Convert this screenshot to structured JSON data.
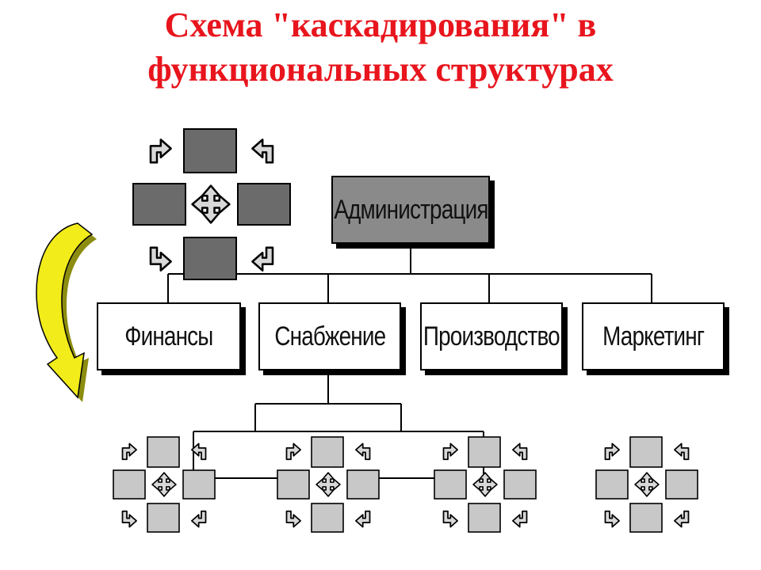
{
  "title": {
    "line1": "Схема \"каскадирования\" в",
    "line2": "функциональных структурах"
  },
  "org": {
    "admin": "Администрация",
    "departments": [
      "Финансы",
      "Снабжение",
      "Производство",
      "Маркетинг"
    ]
  },
  "colors": {
    "title": "#e8151d",
    "admin_fill": "#8a8a8a",
    "cluster_big_fill": "#6b6b6b",
    "cluster_small_fill": "#c8c8c8",
    "cascade_arrow_fill": "#f2ec1a",
    "cascade_arrow_shadow": "#8c8c10"
  },
  "icons": {
    "cluster_center": "four-way-arrow-icon",
    "cluster_corner": "bent-arrow-icon",
    "cascade": "curved-arrow-icon"
  }
}
